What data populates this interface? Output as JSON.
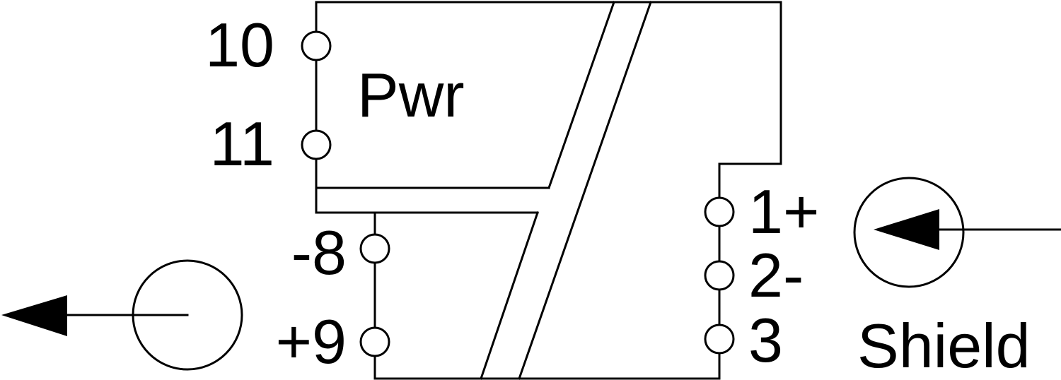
{
  "diagram": {
    "block_label": "Pwr",
    "power_terminals": [
      "10",
      "11"
    ],
    "output_terminals": [
      "-8",
      "+9"
    ],
    "input_terminals": [
      "1+",
      "2-",
      "3"
    ],
    "shield_label": "Shield"
  }
}
